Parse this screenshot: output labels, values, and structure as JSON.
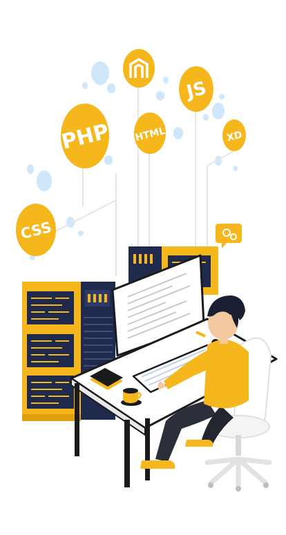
{
  "colors": {
    "accent": "#f6b71c",
    "accent_dark": "#e0a00d",
    "navy": "#1f2a4d",
    "bubble": "#cfe7fb",
    "desk": "#ffffff",
    "outline": "#1b1b1b",
    "skin": "#f4c9a0",
    "hair": "#1b1f33",
    "pants": "#2b2f3a"
  },
  "badges": {
    "magento": "magento-icon",
    "php": "PHP",
    "html": "HTML",
    "js": "JS",
    "xd": "XD",
    "css": "CSS",
    "gear": "gear-icon"
  }
}
